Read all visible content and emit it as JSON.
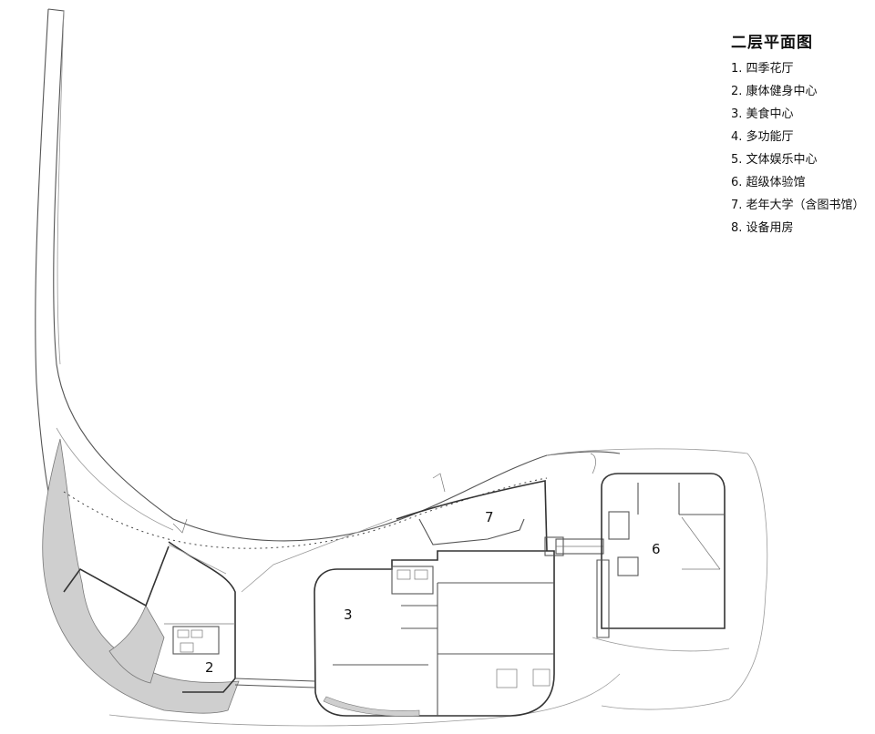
{
  "legend": {
    "title": "二层平面图",
    "items": [
      "1. 四季花厅",
      "2. 康体健身中心",
      "3. 美食中心",
      "4. 多功能厅",
      "5. 文体娱乐中心",
      "6. 超级体验馆",
      "7. 老年大学（含图书馆）",
      "8. 设备用房"
    ]
  },
  "room_labels": {
    "r2": "2",
    "r3": "3",
    "r6": "6",
    "r7": "7"
  },
  "colors": {
    "line": "#555555",
    "fill_gray": "#cfcfcf",
    "text": "#111111"
  }
}
